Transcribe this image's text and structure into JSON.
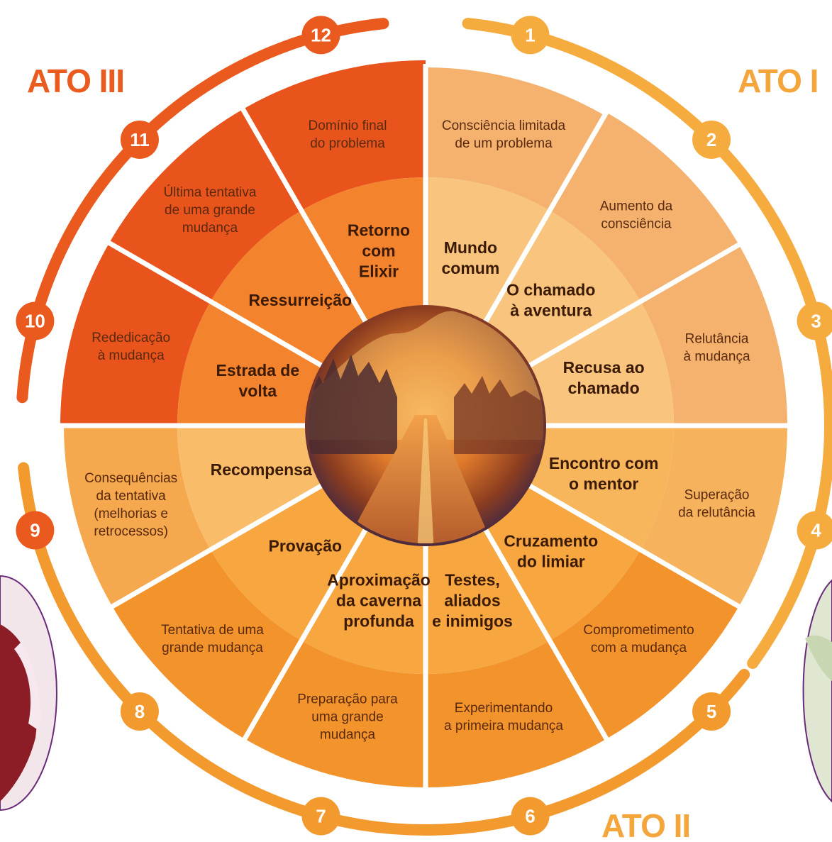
{
  "acts": [
    {
      "id": "act1",
      "label": "ATO I"
    },
    {
      "id": "act2",
      "label": "ATO II"
    },
    {
      "id": "act3",
      "label": "ATO III"
    }
  ],
  "steps": [
    {
      "number": "1",
      "outer": [
        "Consciência limitada",
        "de um problema"
      ],
      "inner": [
        "Mundo",
        "comum"
      ],
      "outerColor": "#f4b26e",
      "innerColor": "#f8c47e"
    },
    {
      "number": "2",
      "outer": [
        "Aumento da",
        "consciência"
      ],
      "inner": [
        "O chamado",
        "à aventura"
      ],
      "outerColor": "#f4b26e",
      "innerColor": "#f8c47e"
    },
    {
      "number": "3",
      "outer": [
        "Relutância",
        "à mudança"
      ],
      "inner": [
        "Recusa ao",
        "chamado"
      ],
      "outerColor": "#f4b26e",
      "innerColor": "#f8c47e"
    },
    {
      "number": "4",
      "outer": [
        "Superação",
        "da relutância"
      ],
      "inner": [
        "Encontro com",
        "o mentor"
      ],
      "outerColor": "#f6b25d",
      "innerColor": "#f7b65c"
    },
    {
      "number": "5",
      "outer": [
        "Comprometimento",
        "com a mudança"
      ],
      "inner": [
        "Cruzamento",
        "do limiar"
      ],
      "outerColor": "#f3932c",
      "innerColor": "#f7a640"
    },
    {
      "number": "6",
      "outer": [
        "Experimentando",
        "a primeira mudança"
      ],
      "inner": [
        "Testes,",
        "aliados",
        "e inimigos"
      ],
      "outerColor": "#f3932c",
      "innerColor": "#f7a640"
    },
    {
      "number": "7",
      "outer": [
        "Preparação para",
        "uma grande",
        "mudança"
      ],
      "inner": [
        "Aproximação",
        "da caverna",
        "profunda"
      ],
      "outerColor": "#f3932c",
      "innerColor": "#f7a640"
    },
    {
      "number": "8",
      "outer": [
        "Tentativa de uma",
        "grande mudança"
      ],
      "inner": [
        "Provação"
      ],
      "outerColor": "#f3932c",
      "innerColor": "#f7a640"
    },
    {
      "number": "9",
      "outer": [
        "Consequências",
        "da tentativa",
        "(melhorias e",
        "retrocessos)"
      ],
      "inner": [
        "Recompensa"
      ],
      "outerColor": "#f5a84e",
      "innerColor": "#f9bd6a"
    },
    {
      "number": "10",
      "outer": [
        "Rededicação",
        "à mudança"
      ],
      "inner": [
        "Estrada de",
        "volta"
      ],
      "outerColor": "#e9541d",
      "innerColor": "#f3832c"
    },
    {
      "number": "11",
      "outer": [
        "Última tentativa",
        "de uma grande",
        "mudança"
      ],
      "inner": [
        "Ressurreição"
      ],
      "outerColor": "#e9541d",
      "innerColor": "#f3832c"
    },
    {
      "number": "12",
      "outer": [
        "Domínio final",
        "do problema"
      ],
      "inner": [
        "Retorno",
        "com",
        "Elixir"
      ],
      "outerColor": "#e9541d",
      "innerColor": "#f3832c"
    }
  ],
  "colors": {
    "act1": "#f6ab3f",
    "act2": "#f29a2e",
    "act3": "#ea5a1f",
    "background": "#ffffff",
    "divider": "#ffffff"
  }
}
